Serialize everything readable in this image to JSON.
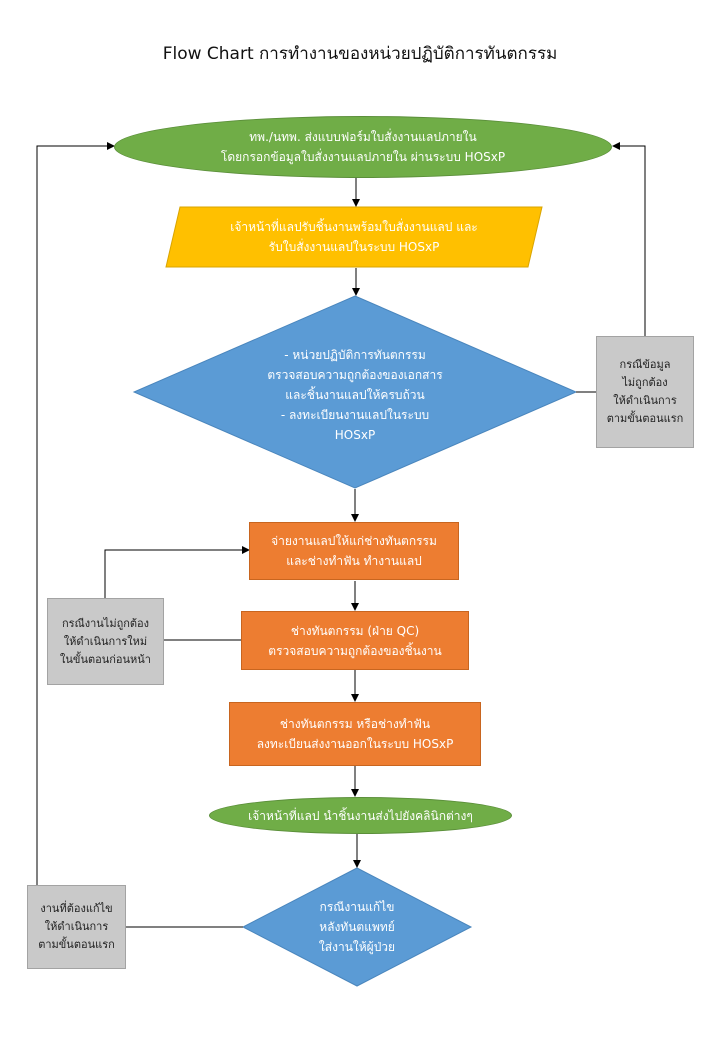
{
  "title": "Flow Chart การทำงานของหน่วยปฏิบัติการทันตกรรม",
  "colors": {
    "start_end": "#70ad47",
    "io": "#ffc000",
    "decision": "#5b9bd5",
    "process": "#ed7d31",
    "note": "#c9c9c9",
    "line": "#000000"
  },
  "nodes": {
    "start": [
      "ทพ./นทพ. ส่งแบบฟอร์มใบสั่งงานแลปภายใน",
      "โดยกรอกข้อมูลใบสั่งงานแลปภายใน ผ่านระบบ HOSxP"
    ],
    "receive": [
      "เจ้าหน้าที่แลปรับชิ้นงานพร้อมใบสั่งงานแลป และ",
      "รับใบสั่งงานแลปในระบบ HOSxP"
    ],
    "check_docs": [
      "- หน่วยปฏิบัติการทันตกรรม",
      "ตรวจสอบความถูกต้องของเอกสาร",
      "และชิ้นงานแลปให้ครบถ้วน",
      "- ลงทะเบียนงานแลปในระบบ",
      "HOSxP"
    ],
    "assign": [
      "จ่ายงานแลปให้แก่ช่างทันตกรรม",
      "และช่างทำฟัน ทำงานแลป"
    ],
    "qc": [
      "ช่างทันตกรรม (ฝ่าย QC)",
      "ตรวจสอบความถูกต้องของชิ้นงาน"
    ],
    "register_out": [
      "ช่างทันตกรรม หรือช่างทำฟัน",
      "ลงทะเบียนส่งงานออกในระบบ HOSxP"
    ],
    "deliver": [
      "เจ้าหน้าที่แลป นำชิ้นงานส่งไปยังคลินิกต่างๆ"
    ],
    "final_decision": [
      "กรณีงานแก้ไข",
      "หลังทันตแพทย์",
      "ใส่งานให้ผู้ป่วย"
    ]
  },
  "notes": {
    "invalid_data": [
      "กรณีข้อมูล",
      "ไม่ถูกต้อง",
      "ให้ดำเนินการ",
      "ตามขั้นตอนแรก"
    ],
    "invalid_work": [
      "กรณีงานไม่ถูกต้อง",
      "ให้ดำเนินการใหม่",
      "ในขั้นตอนก่อนหน้า"
    ],
    "needs_fix": [
      "งานที่ต้องแก้ไข",
      "ให้ดำเนินการ",
      "ตามขั้นตอนแรก"
    ]
  }
}
